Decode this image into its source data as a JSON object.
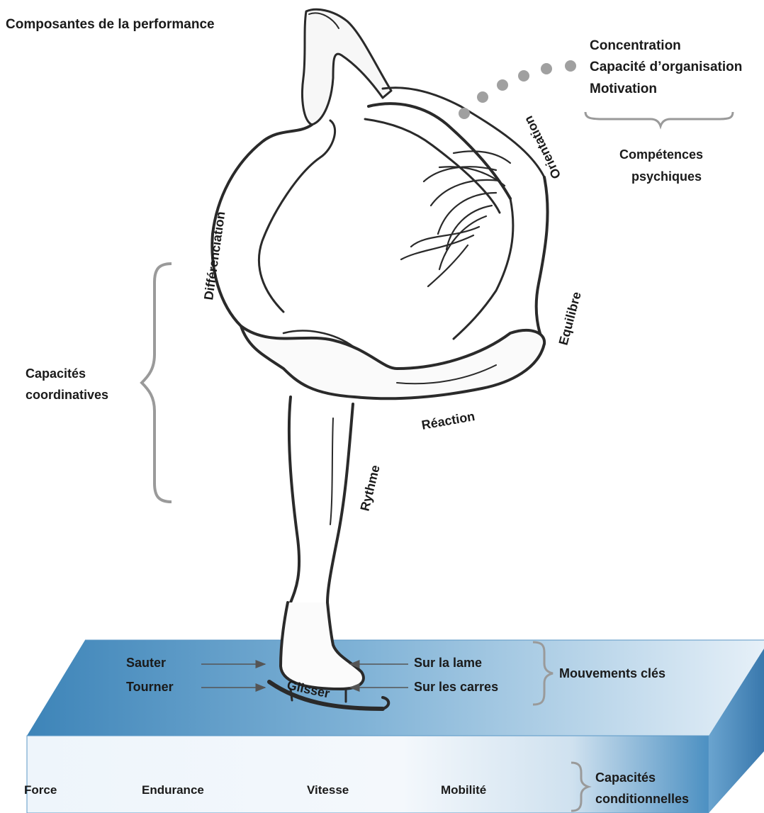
{
  "title": "Composantes de la performance",
  "psychic": {
    "items": [
      "Concentration",
      "Capacité d’organisation",
      "Motivation"
    ],
    "group_label_line1": "Compétences",
    "group_label_line2": "psychiques"
  },
  "coordinative": {
    "group_label_line1": "Capacités",
    "group_label_line2": "coordinatives",
    "labels": {
      "differenciation": "Différenciation",
      "orientation": "Orientation",
      "equilibre": "Equilibre",
      "reaction": "Réaction",
      "rythme": "Rythme"
    }
  },
  "key_movements": {
    "left": [
      "Sauter",
      "Tourner"
    ],
    "right": [
      "Sur la lame",
      "Sur les carres"
    ],
    "center": "Glisser",
    "group_label": "Mouvements clés"
  },
  "conditional": {
    "items": [
      "Force",
      "Endurance",
      "Vitesse",
      "Mobilité"
    ],
    "group_label_line1": "Capacités",
    "group_label_line2": "conditionnelles"
  },
  "colors": {
    "ice_dark": "#3f86b9",
    "ice_light": "#dbeaf5",
    "bracket_gray": "#9a9a9a",
    "dot_gray": "#a0a0a0",
    "text": "#1a1a1a"
  }
}
